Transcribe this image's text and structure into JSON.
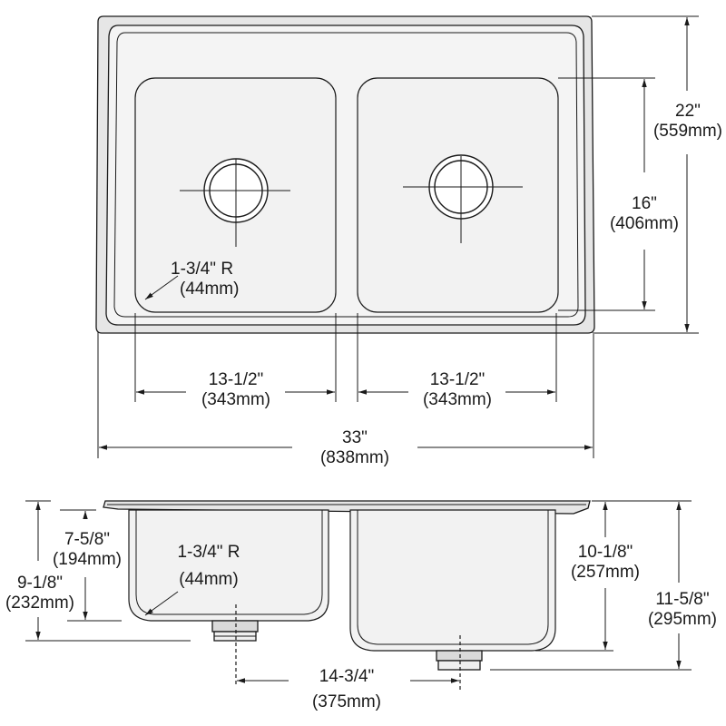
{
  "top_view": {
    "overall_length": {
      "imperial": "33\"",
      "metric": "(838mm)"
    },
    "overall_width": {
      "imperial": "22\"",
      "metric": "(559mm)"
    },
    "bowl_length": {
      "imperial": "16\"",
      "metric": "(406mm)"
    },
    "left_bowl_width": {
      "imperial": "13-1/2\"",
      "metric": "(343mm)"
    },
    "right_bowl_width": {
      "imperial": "13-1/2\"",
      "metric": "(343mm)"
    },
    "corner_radius": {
      "imperial": "1-3/4\" R",
      "metric": "(44mm)"
    }
  },
  "side_view": {
    "left_bowl_depth": {
      "imperial": "7-5/8\"",
      "metric": "(194mm)"
    },
    "left_overall_depth": {
      "imperial": "9-1/8\"",
      "metric": "(232mm)"
    },
    "right_bowl_depth": {
      "imperial": "10-1/8\"",
      "metric": "(257mm)"
    },
    "right_overall_depth": {
      "imperial": "11-5/8\"",
      "metric": "(295mm)"
    },
    "drain_spacing": {
      "imperial": "14-3/4\"",
      "metric": "(375mm)"
    },
    "corner_radius": {
      "imperial": "1-3/4\" R",
      "metric": "(44mm)"
    }
  }
}
